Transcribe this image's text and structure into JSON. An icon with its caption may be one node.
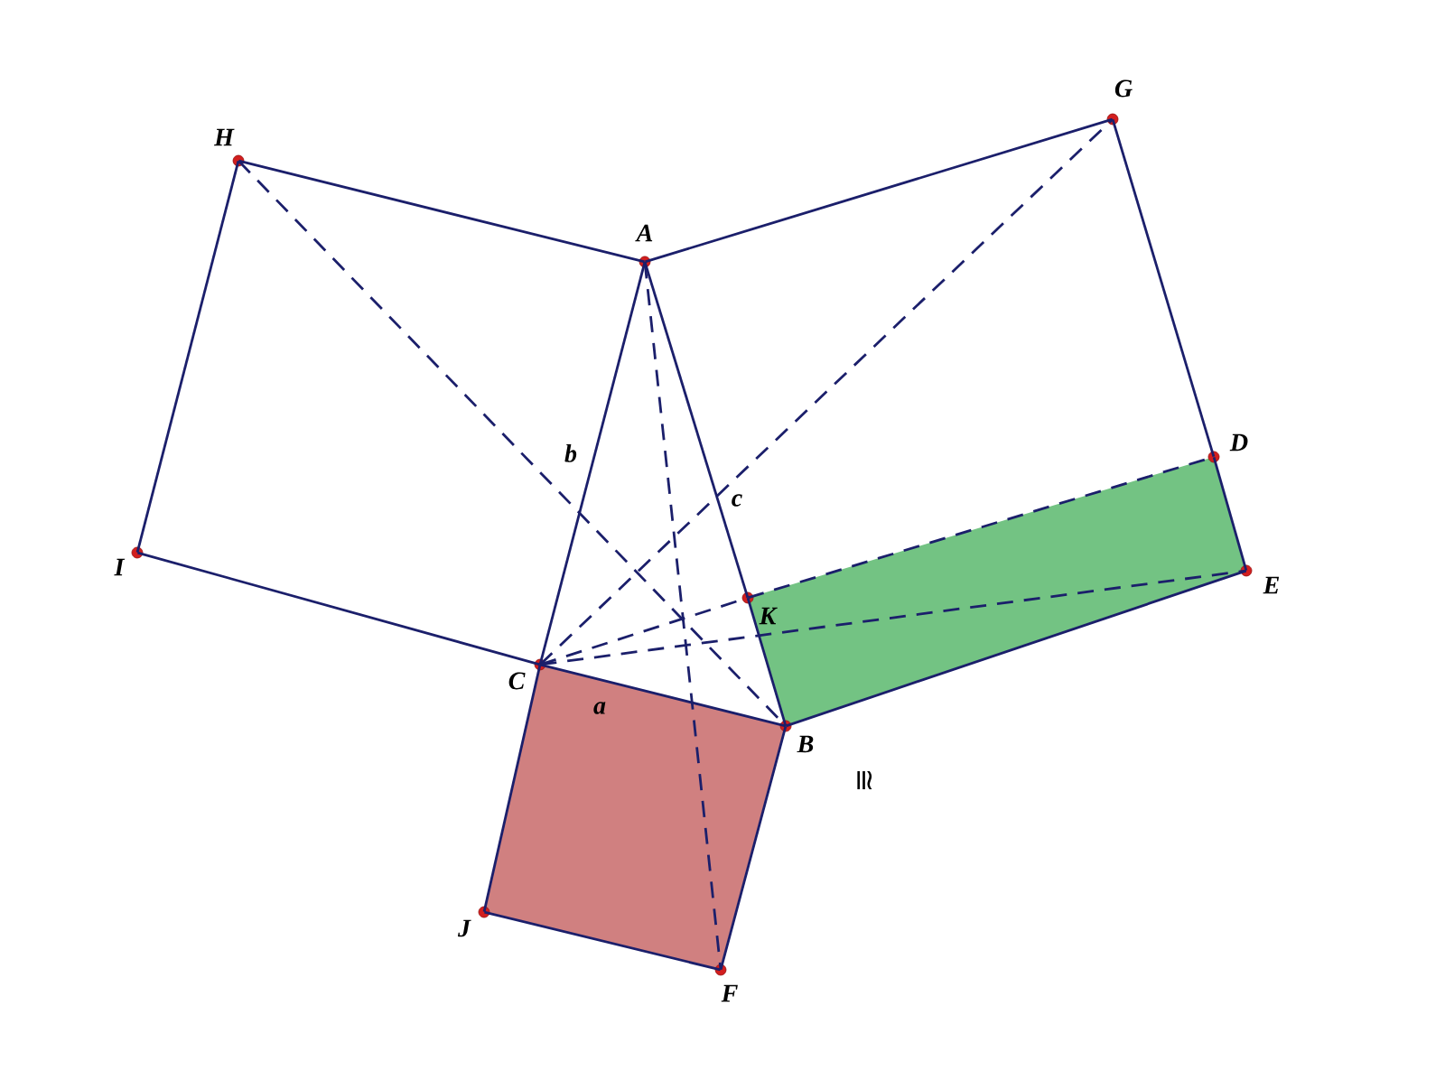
{
  "diagram": {
    "nodes": [
      {
        "text": [
          "A"
        ]
      },
      {
        "text": [
          "B"
        ]
      },
      {
        "text": [
          "C"
        ]
      },
      {
        "text": [
          "D"
        ]
      },
      {
        "text": [
          "E"
        ]
      },
      {
        "text": [
          "F"
        ]
      },
      {
        "text": [
          "G"
        ]
      },
      {
        "text": [
          "H"
        ]
      },
      {
        "text": [
          "I"
        ]
      },
      {
        "text": [
          "J"
        ]
      },
      {
        "text": [
          "K"
        ]
      }
    ],
    "edges": [
      {
        "from": 7,
        "to": 0,
        "arrow": "none"
      },
      {
        "from": 0,
        "to": 6,
        "arrow": "none"
      },
      {
        "from": 6,
        "to": 3,
        "arrow": "none"
      },
      {
        "from": 3,
        "to": 4,
        "arrow": "none"
      },
      {
        "from": 7,
        "to": 8,
        "arrow": "none"
      },
      {
        "from": 8,
        "to": 2,
        "arrow": "none"
      },
      {
        "from": 2,
        "to": 0,
        "arrow": "none"
      },
      {
        "from": 0,
        "to": 10,
        "arrow": "none"
      },
      {
        "from": 10,
        "to": 1,
        "arrow": "none"
      },
      {
        "from": 2,
        "to": 1,
        "arrow": "none"
      },
      {
        "from": 2,
        "to": 9,
        "arrow": "none"
      },
      {
        "from": 9,
        "to": 5,
        "arrow": "none"
      },
      {
        "from": 5,
        "to": 1,
        "arrow": "none"
      },
      {
        "from": 1,
        "to": 4,
        "arrow": "none"
      },
      {
        "from": 7,
        "to": 1,
        "arrow": "none",
        "style": "dashed"
      },
      {
        "from": 2,
        "to": 6,
        "arrow": "none",
        "style": "dashed"
      },
      {
        "from": 0,
        "to": 5,
        "arrow": "none",
        "style": "dashed"
      },
      {
        "from": 2,
        "to": 10,
        "arrow": "none",
        "style": "dashed"
      },
      {
        "from": 2,
        "to": 4,
        "arrow": "none",
        "style": "dashed"
      },
      {
        "from": 10,
        "to": 3,
        "arrow": "none",
        "style": "dashed"
      }
    ],
    "labels": [
      "b",
      "c",
      "a",
      "≅"
    ]
  }
}
